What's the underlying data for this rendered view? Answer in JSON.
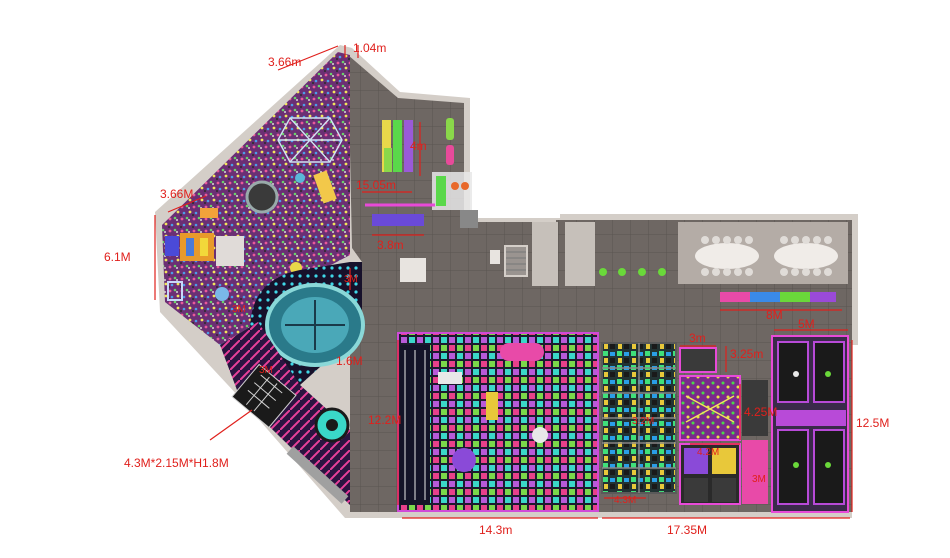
{
  "floorplan": {
    "dimensions": {
      "top_width": "1.04m",
      "left_edge_top": "3.66m",
      "left_edge_mid": "3.66M",
      "left_height": "6.1M",
      "ramp_height": "4m",
      "ramp_length": "15.05m",
      "ramp_base": "3.8m",
      "center_height": "1.6M",
      "arena_label": "3M",
      "side_label": "3M",
      "small_play_width": "3m",
      "small_play_height": "3.25m",
      "table_width": "8M",
      "trampoline_width": "5M",
      "court_height": "4.25M",
      "court_width": "4.2M",
      "trampoline_height": "12.5M",
      "softplay_height": "12.2M",
      "foam_pit_height": "3.2M",
      "pit_width": "4.3M",
      "small_court": "3M",
      "bottom_left_width": "14.3m",
      "bottom_right_width": "17.35M",
      "ninja_spec": "4.3M*2.15M*H1.8M"
    },
    "colors": {
      "floor": "#6e6763",
      "wall": "#d4cec8",
      "purple": "#6b2f74",
      "dark": "#1a1330",
      "dim": "#e0201c"
    }
  }
}
